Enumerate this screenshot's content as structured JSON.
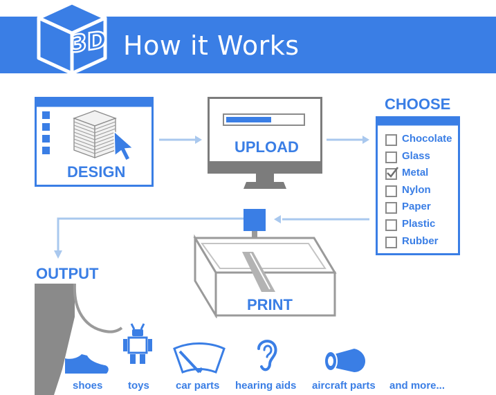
{
  "header": {
    "title": "How it Works",
    "logo_text": "3D"
  },
  "colors": {
    "accent": "#3a7ee5",
    "gray": "#7c7c7c",
    "light_gray": "#b8b8b8",
    "arrow": "#a9c8ee"
  },
  "steps": {
    "design": "DESIGN",
    "upload": "UPLOAD",
    "choose": "CHOOSE",
    "print": "PRINT",
    "output": "OUTPUT"
  },
  "upload_progress": 0.6,
  "materials": [
    {
      "label": "Chocolate",
      "checked": false
    },
    {
      "label": "Glass",
      "checked": false
    },
    {
      "label": "Metal",
      "checked": true
    },
    {
      "label": "Nylon",
      "checked": false
    },
    {
      "label": "Paper",
      "checked": false
    },
    {
      "label": "Plastic",
      "checked": false
    },
    {
      "label": "Rubber",
      "checked": false
    }
  ],
  "outputs": [
    {
      "label": "shoes",
      "icon": "shoe-icon"
    },
    {
      "label": "toys",
      "icon": "robot-icon"
    },
    {
      "label": "car parts",
      "icon": "windshield-wiper-icon"
    },
    {
      "label": "hearing aids",
      "icon": "ear-icon"
    },
    {
      "label": "aircraft parts",
      "icon": "jet-engine-icon"
    },
    {
      "label": "and more...",
      "icon": ""
    }
  ]
}
